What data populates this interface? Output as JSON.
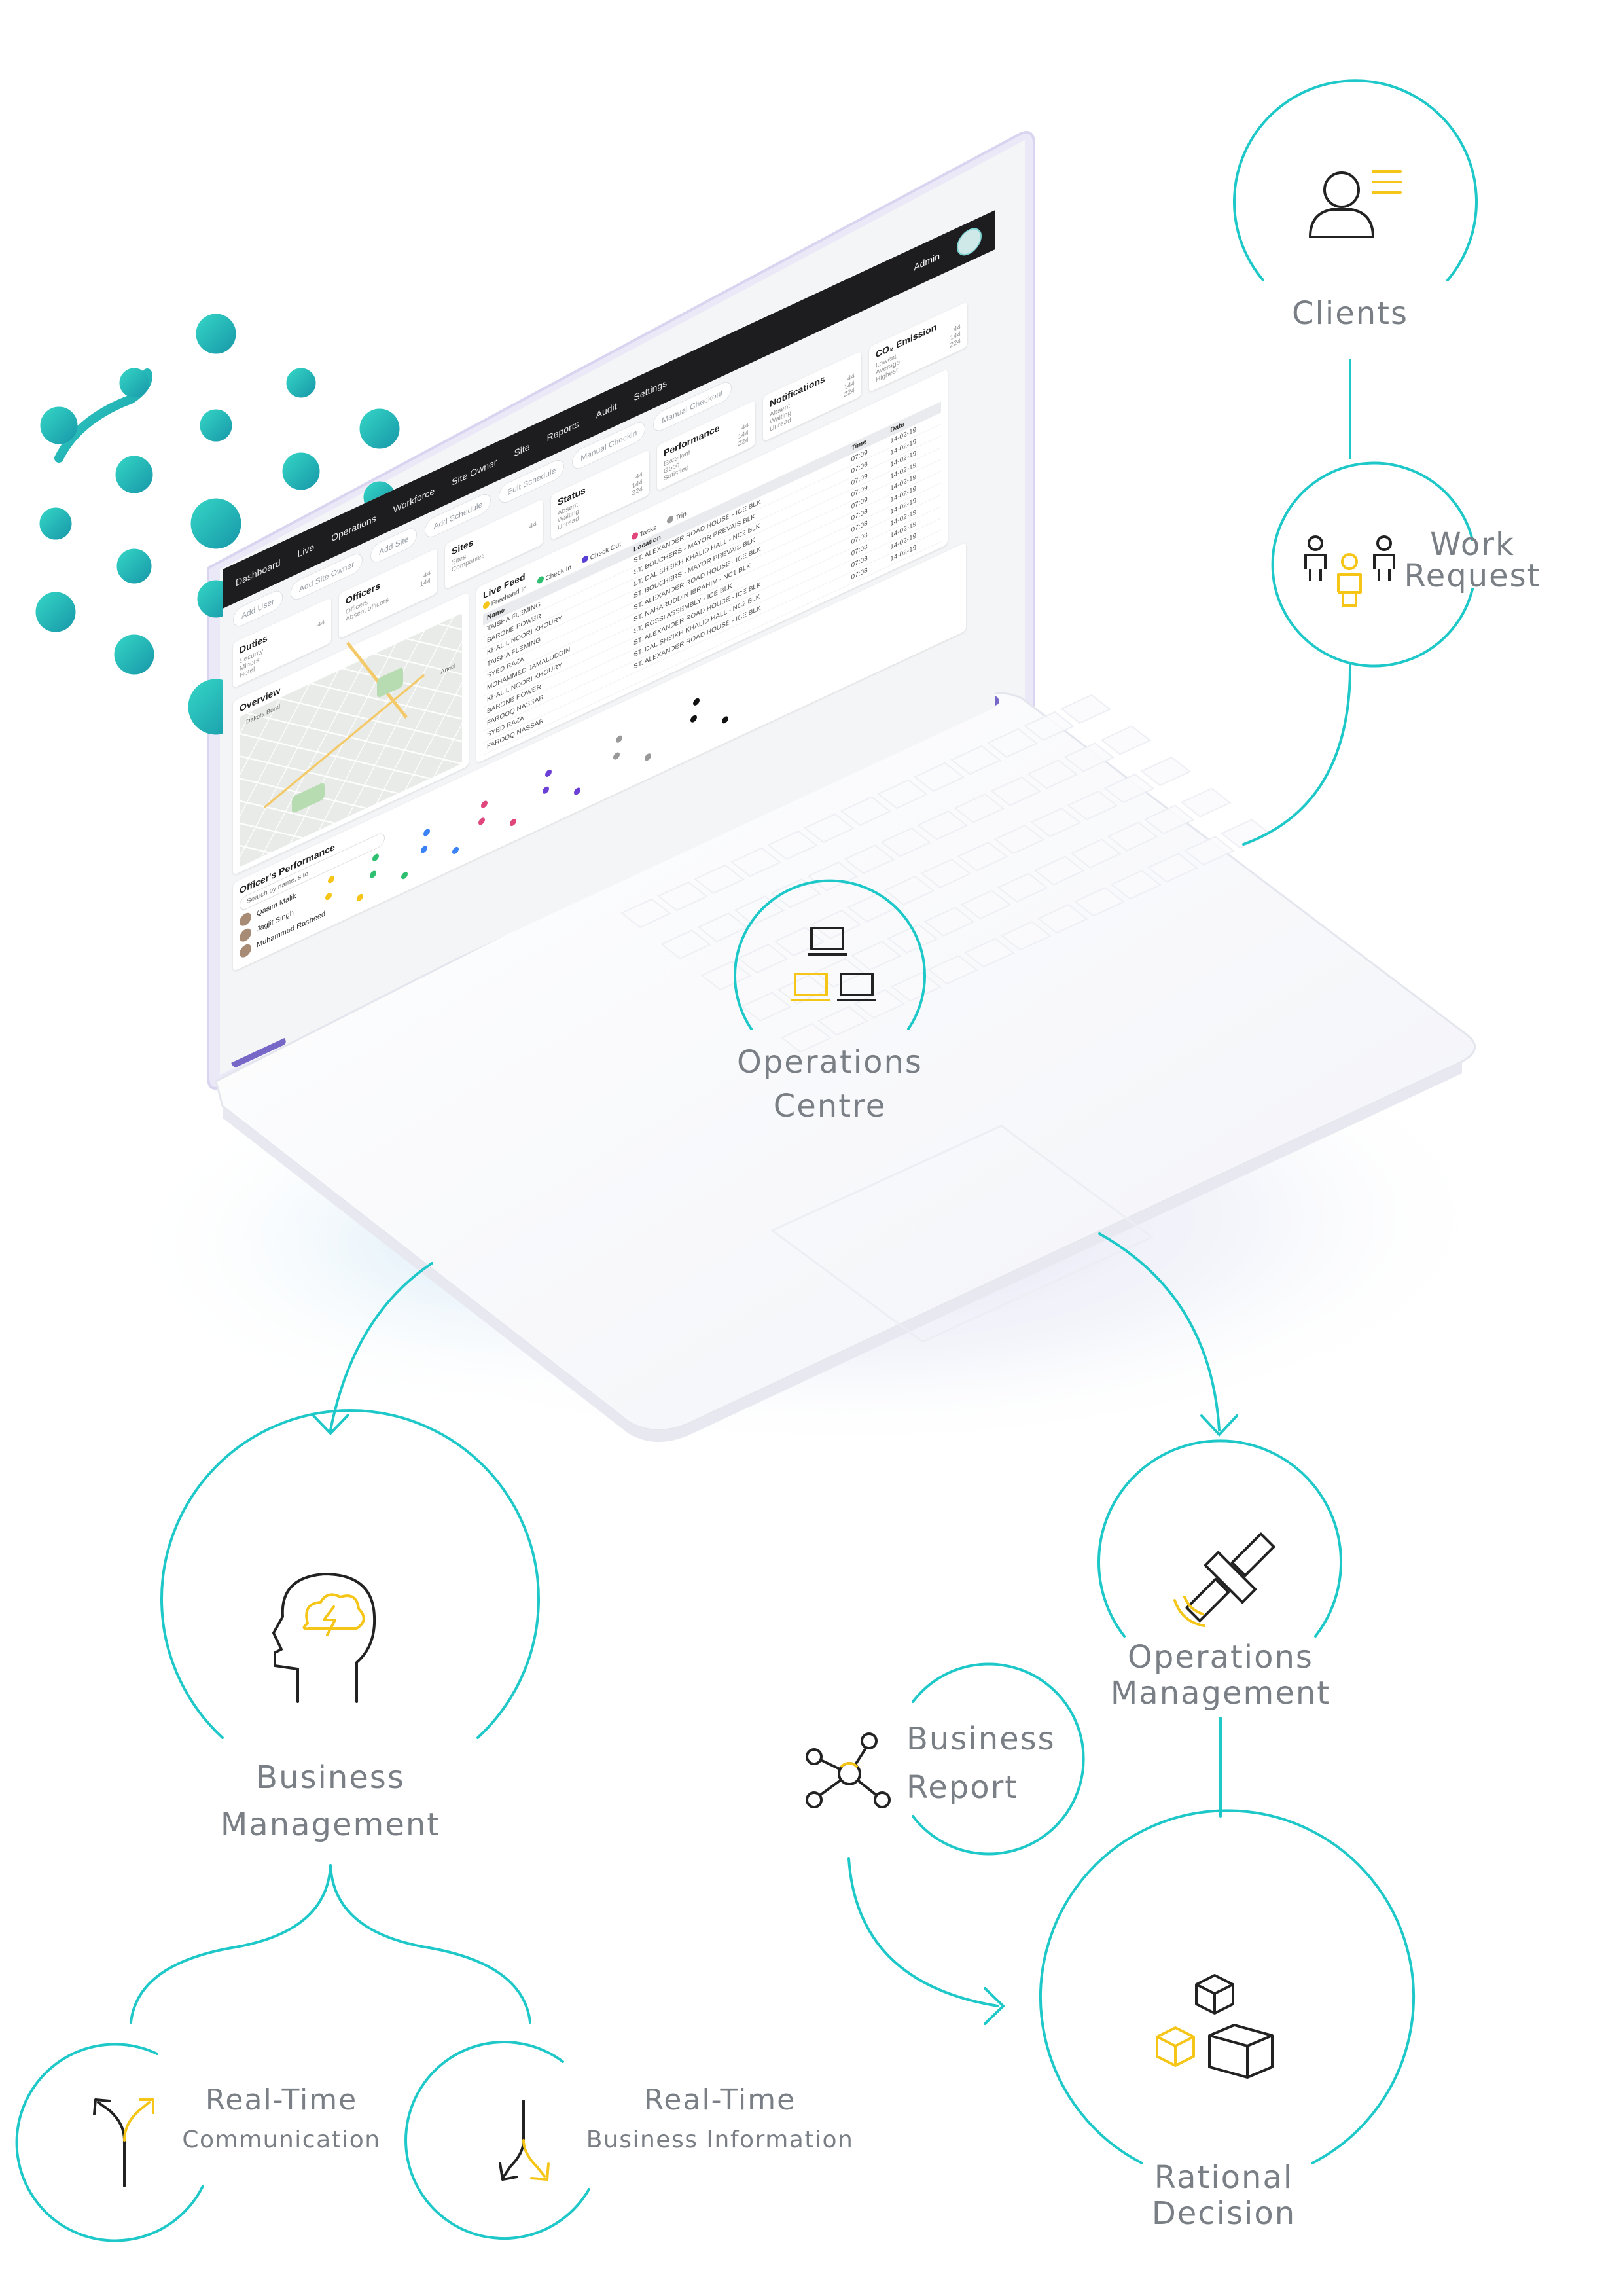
{
  "colors": {
    "accent": "#1ec8c8",
    "highlight": "#f5c518",
    "icon_stroke": "#222222",
    "label": "#7a7f86",
    "brand": "#1bb3b3"
  },
  "nodes": {
    "clients": "Clients",
    "work_request": [
      "Work",
      "Request"
    ],
    "operations_centre": [
      "Operations",
      "Centre"
    ],
    "business_management": [
      "Business",
      "Management"
    ],
    "operations_management": [
      "Operations",
      "Management"
    ],
    "business_report": [
      "Business",
      "Report"
    ],
    "rational_decision": [
      "Rational",
      "Decision"
    ],
    "realtime_communication": [
      "Real-Time",
      "Communication"
    ],
    "realtime_business_info": [
      "Real-Time",
      "Business Information"
    ]
  },
  "icons": {
    "clients": "person-list-icon",
    "work_request": "group-people-icon",
    "operations_centre": "laptop-network-icon",
    "business_management": "head-lightning-icon",
    "operations_management": "satellite-icon",
    "business_report": "network-nodes-icon",
    "rational_decision": "cubes-icon",
    "realtime_communication": "split-arrows-up-icon",
    "realtime_business_info": "split-arrows-down-icon"
  },
  "screen": {
    "admin": "Admin",
    "nav": [
      "Dashboard",
      "Live",
      "Operations",
      "Workforce",
      "Site Owner",
      "Site",
      "Reports",
      "Audit",
      "Settings"
    ],
    "actions": [
      "Add User",
      "Add Site Owner",
      "Add Site",
      "Add Schedule",
      "Edit Schedule",
      "Manual Checkin",
      "Manual Checkout"
    ],
    "cards": [
      {
        "title": "Duties",
        "rows": [
          [
            "Security",
            "44"
          ],
          [
            "Minors",
            ""
          ],
          [
            "Hotel",
            ""
          ]
        ]
      },
      {
        "title": "Officers",
        "rows": [
          [
            "Officers",
            "44"
          ],
          [
            "Absent officers",
            "144"
          ]
        ]
      },
      {
        "title": "Sites",
        "rows": [
          [
            "Sites",
            "44"
          ],
          [
            "Companies",
            ""
          ]
        ]
      },
      {
        "title": "Status",
        "rows": [
          [
            "Absent",
            "44"
          ],
          [
            "Waiting",
            "144"
          ],
          [
            "Unread",
            "224"
          ]
        ]
      },
      {
        "title": "Performance",
        "rows": [
          [
            "Excellent",
            "44"
          ],
          [
            "Good",
            "144"
          ],
          [
            "Satisfied",
            "224"
          ]
        ]
      },
      {
        "title": "Notifications",
        "rows": [
          [
            "Absent",
            "44"
          ],
          [
            "Waiting",
            "144"
          ],
          [
            "Unread",
            "224"
          ]
        ]
      },
      {
        "title": "CO₂ Emission",
        "rows": [
          [
            "Lowest",
            "44"
          ],
          [
            "Average",
            "144"
          ],
          [
            "Highest",
            "224"
          ]
        ]
      }
    ],
    "overview": "Overview",
    "map_labels": [
      "Dakota Bond",
      "Ancol"
    ],
    "live_feed": "Live Feed",
    "legend": [
      "Freehand In",
      "Check In",
      "Check Out",
      "Tasks",
      "Trip"
    ],
    "feed_headers": [
      "Name",
      "Location",
      "Time",
      "Date"
    ],
    "feed_rows": [
      [
        "TAISHA FLEMING",
        "ST. ALEXANDER ROAD HOUSE - ICE BLK",
        "07:09",
        "14-02-19"
      ],
      [
        "BARONE POWER",
        "ST. BOUCHERS - MAYOR PREVAIS BLK",
        "07:06",
        "14-02-19"
      ],
      [
        "KHALIL NOORI KHOURY",
        "ST. DAL SHEIKH KHALID HALL - NC2 BLK",
        "07:09",
        "14-02-19"
      ],
      [
        "TAISHA FLEMING",
        "ST. BOUCHERS - MAYOR PREVAIS BLK",
        "07:09",
        "14-02-19"
      ],
      [
        "SYED RAZA",
        "ST. ALEXANDER ROAD HOUSE - ICE BLK",
        "07:09",
        "14-02-19"
      ],
      [
        "MOHAMMED JAMALUDDIN",
        "ST. NAHARUDDIN IBRAHIM - NC1 BLK",
        "07:08",
        "14-02-19"
      ],
      [
        "KHALIL NOORI KHOURY",
        "ST. ROSSI ASSEMBLY - ICE BLK",
        "07:08",
        "14-02-19"
      ],
      [
        "BARONE POWER",
        "ST. ALEXANDER ROAD HOUSE - ICE BLK",
        "07:08",
        "14-02-19"
      ],
      [
        "FAROOQ NASSAR",
        "ST. DAL SHEIKH KHALID HALL - NC2 BLK",
        "07:08",
        "14-02-19"
      ],
      [
        "SYED RAZA",
        "ST. ALEXANDER ROAD HOUSE - ICE BLK",
        "07:08",
        "14-02-19"
      ],
      [
        "FAROOQ NASSAR",
        "",
        "07:08",
        "14-02-19"
      ]
    ],
    "officers_title": "Officer's Performance",
    "search_placeholder": "Search by name, site",
    "officers": [
      "Qasim Malik",
      "Jagjit Singh",
      "Muhammed Rasheed"
    ]
  }
}
